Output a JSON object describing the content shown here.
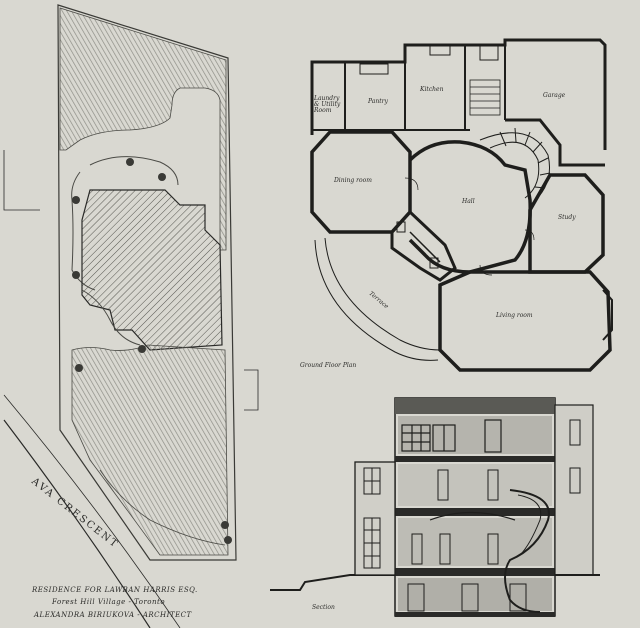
{
  "drawing": {
    "colors": {
      "paper": "#d9d8d1",
      "ink": "#2a2a28",
      "wash": "#9a9a93",
      "wall": "#1e1e1c"
    },
    "site_plan": {
      "street_name": "AVA CRESCENT",
      "north_lawn_label": "",
      "entry_label": "",
      "south_lawn_label": ""
    },
    "ground_floor_plan": {
      "caption": "Ground Floor Plan",
      "rooms": [
        {
          "id": "laundry",
          "label": "Laundry & Utility Room"
        },
        {
          "id": "pantry",
          "label": "Pantry"
        },
        {
          "id": "kitchen",
          "label": "Kitchen"
        },
        {
          "id": "garage",
          "label": "Garage"
        },
        {
          "id": "dining",
          "label": "Dining room"
        },
        {
          "id": "hall",
          "label": "Hall"
        },
        {
          "id": "study",
          "label": "Study"
        },
        {
          "id": "terrace",
          "label": "Terrace"
        },
        {
          "id": "living",
          "label": "Living room"
        }
      ]
    },
    "section": {
      "caption": "Section"
    },
    "title_block": {
      "line1": "RESIDENCE FOR LAWBAN HARRIS ESQ.",
      "line2": "Forest Hill Village - Toronto",
      "line3": "ALEXANDRA BIRIUKOVA - ARCHITECT"
    }
  }
}
